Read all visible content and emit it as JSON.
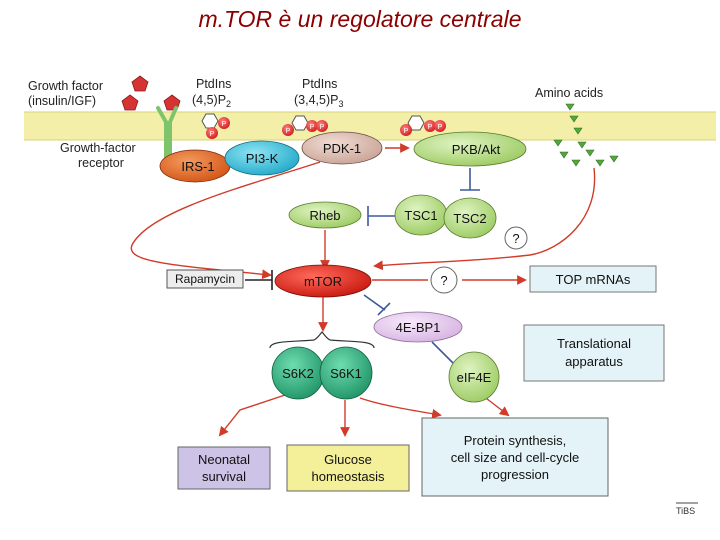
{
  "title": "m.TOR è un regolatore centrale",
  "labels": {
    "growth_factor_line1": "Growth factor",
    "growth_factor_line2": "(insulin/IGF)",
    "ptdins2_line1": "PtdIns",
    "ptdins2_line2": "(4,5)P",
    "ptdins2_sub": "2",
    "ptdins3_line1": "PtdIns",
    "ptdins3_line2": "(3,4,5)P",
    "ptdins3_sub": "3",
    "amino_acids": "Amino acids",
    "receptor_line1": "Growth-factor",
    "receptor_line2": "receptor",
    "irs1": "IRS-1",
    "pi3k": "PI3-K",
    "pdk1": "PDK-1",
    "pkb": "PKB/Akt",
    "rheb": "Rheb",
    "tsc1": "TSC1",
    "tsc2": "TSC2",
    "question1": "?",
    "question2": "?",
    "rapamycin": "Rapamycin",
    "mtor": "mTOR",
    "top_mrnas": "TOP mRNAs",
    "ebp1": "4E-BP1",
    "translational_line1": "Translational",
    "translational_line2": "apparatus",
    "s6k2": "S6K2",
    "s6k1": "S6K1",
    "eif4e": "eIF4E",
    "neonatal_line1": "Neonatal",
    "neonatal_line2": "survival",
    "glucose_line1": "Glucose",
    "glucose_line2": "homeostasis",
    "protein_line1": "Protein synthesis,",
    "protein_line2": "cell size and cell-cycle",
    "protein_line3": "progression",
    "phospho": "P",
    "source": "TiBS"
  },
  "colors": {
    "title": "#8b0000",
    "membrane": "#f3efa8",
    "arrow": "#d23a2a",
    "inhibit": "#3d5a9e",
    "irs1": "#e1692a",
    "pi3k": "#3ec3de",
    "green_oval": "#b9de86",
    "mtor": "#e2281e",
    "s6k": "#2fb07e",
    "ebp1": "#e7cdee",
    "neonatal": "#ccc3e6",
    "glucose": "#f4ef99",
    "protein": "#e3f3f7",
    "phospho": "#e43a3a",
    "growth_factor": "#d63434",
    "amino_acid": "#55a63d"
  }
}
